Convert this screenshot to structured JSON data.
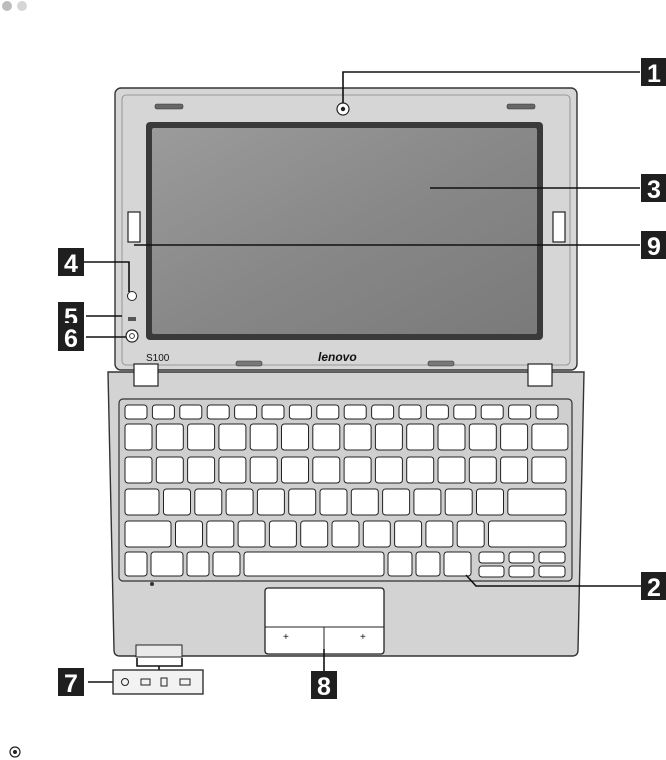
{
  "model_label": "S100",
  "brand_logo": "lenovo",
  "callouts": [
    "1",
    "2",
    "3",
    "4",
    "5",
    "6",
    "7",
    "8",
    "9"
  ],
  "colors": {
    "callout_bg": "#1f1f1f",
    "callout_text": "#ffffff",
    "screen": "#8d8d8d",
    "body": "#d3d3d3"
  }
}
